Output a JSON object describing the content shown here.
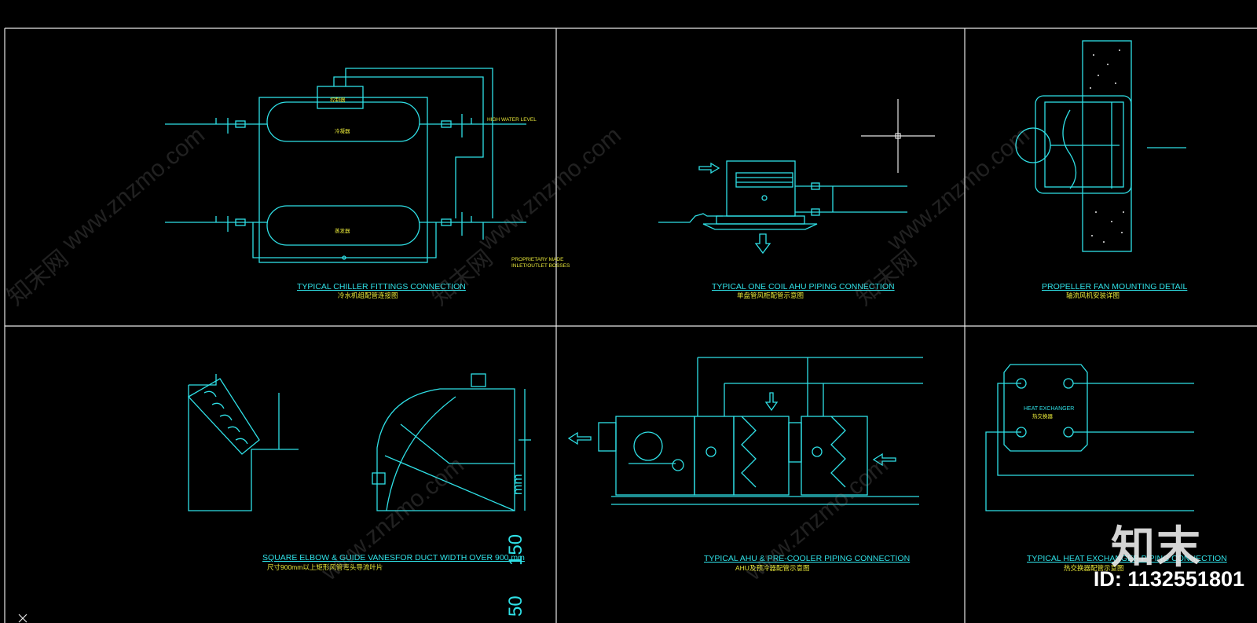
{
  "colors": {
    "line": "#2fe0e6",
    "text": "#e8e83a",
    "frame": "#e6e6e6",
    "background": "#000000"
  },
  "panels": {
    "chiller": {
      "title": "TYPICAL CHILLER FITTINGS CONNECTION",
      "subtitle": "冷水机组配管连接图",
      "labels": {
        "controller": "控制器",
        "evaporator": "冷凝器",
        "condenser": "蒸发器",
        "high_water": "HIGH WATER LEVEL",
        "note1": "PROPRIETARY MADE",
        "note2": "INLET/OUTLET BOSSES"
      }
    },
    "ahu_one_coil": {
      "title": "TYPICAL ONE COIL AHU PIPING CONNECTION",
      "subtitle": "单盘管风柜配管示意图"
    },
    "propeller_fan": {
      "title": "PROPELLER FAN MOUNTING DETAIL",
      "subtitle": "轴流风机安装详图"
    },
    "elbow": {
      "title": "SQUARE ELBOW & GUIDE VANESFOR DUCT WIDTH OVER 900 mm",
      "subtitle": "尺寸900mm以上矩形风管弯头导流叶片",
      "dim_a": "50",
      "dim_b": "150",
      "dim_c": "mm"
    },
    "ahu_precooler": {
      "title": "TYPICAL AHU & PRE-COOLER PIPING CONNECTION",
      "subtitle": "AHU及预冷器配管示意图"
    },
    "heat_exchanger": {
      "title": "TYPICAL HEAT EXCHANGER PIPING CONNECTION",
      "subtitle": "热交换器配管示意图",
      "box_label": "HEAT EXCHANGER",
      "box_sublabel": "热交换器"
    }
  },
  "watermark": {
    "logo": "知末",
    "id_text": "ID: 1132551801",
    "site": "www.znzmo.com",
    "cn": "知末网"
  }
}
